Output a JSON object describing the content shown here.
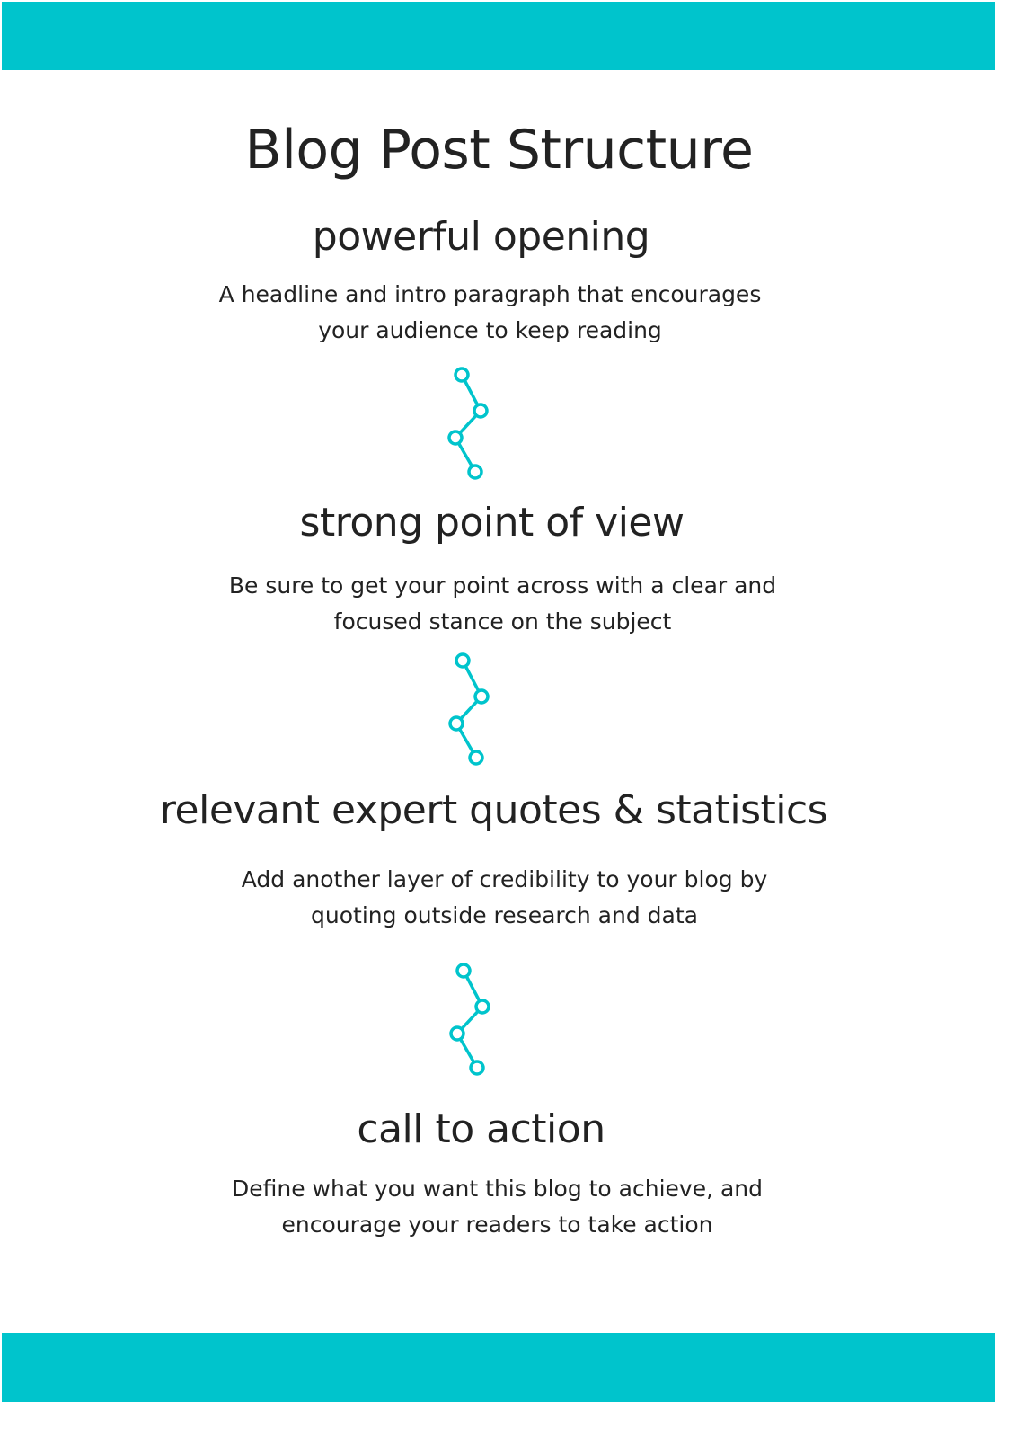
{
  "title": "Blog Post Structure",
  "sections": [
    {
      "heading": "powerful opening",
      "body_lines": [
        "A headline and intro paragraph that encourages",
        "your audience to keep reading"
      ]
    },
    {
      "heading": "strong point of view",
      "body_lines": [
        "Be sure to get your point across with a clear and",
        "focused stance on the subject"
      ]
    },
    {
      "heading": "relevant expert quotes & statistics",
      "body_lines": [
        "Add another layer of credibility to your blog by",
        "quoting outside research and data"
      ]
    },
    {
      "heading": "call to action",
      "body_lines": [
        "Define what you want this blog to achieve, and",
        "encourage your readers to take action"
      ]
    }
  ],
  "colors": {
    "accent": "#00c4cc",
    "text": "#222222"
  },
  "icons": [
    "connector-icon"
  ]
}
